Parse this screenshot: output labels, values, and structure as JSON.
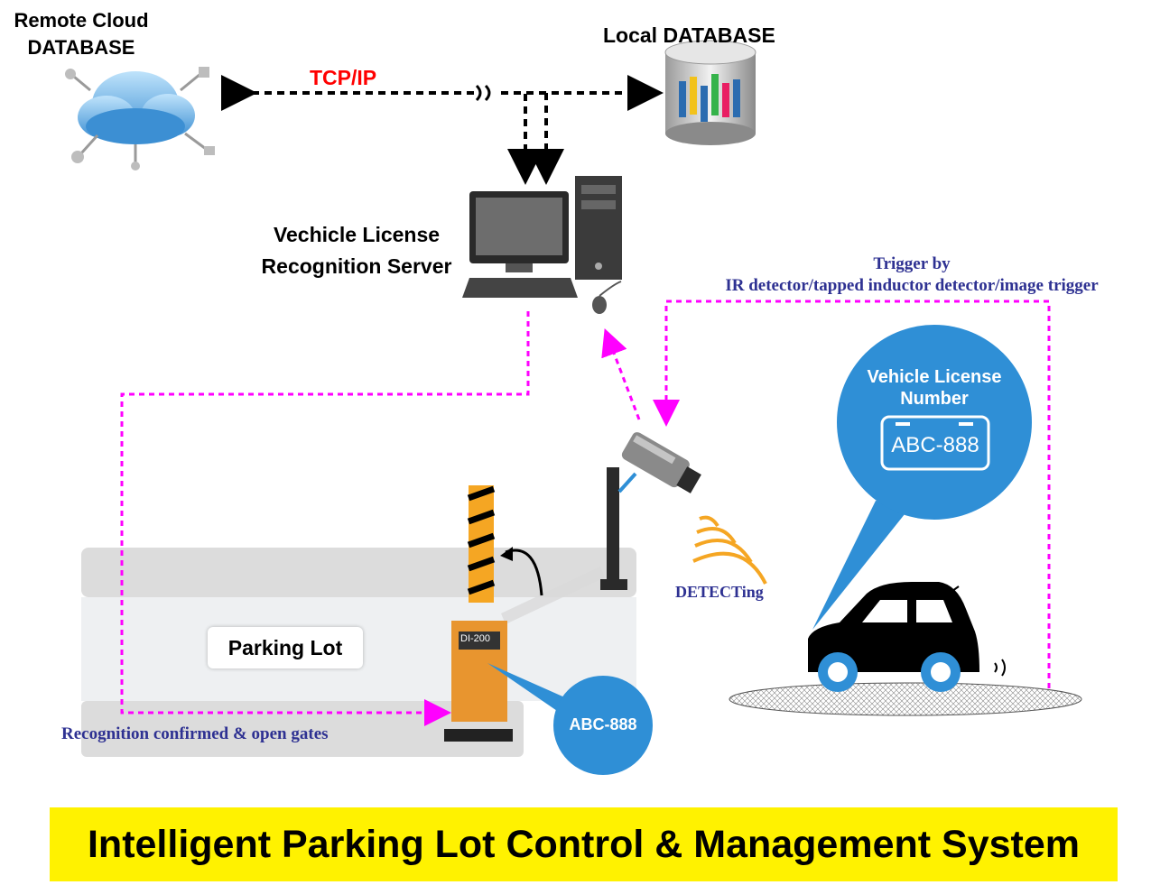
{
  "labels": {
    "remote_db_line1": "Remote Cloud",
    "remote_db_line2": "DATABASE",
    "local_db": "Local DATABASE",
    "protocol": "TCP/IP",
    "server_line1": "Vechicle License",
    "server_line2": "Recognition Server",
    "trigger_line1": "Trigger by",
    "trigger_line2": "IR detector/tapped inductor detector/image trigger",
    "vehicle_bubble_line1": "Vehicle License",
    "vehicle_bubble_line2": "Number",
    "plate_number": "ABC-888",
    "detecting": "DETECTing",
    "parking_lot": "Parking Lot",
    "gate_model": "DI-200",
    "gate_bubble_plate": "ABC-888",
    "confirm_text": "Recognition confirmed & open gates"
  },
  "title": "Intelligent Parking Lot Control & Management System",
  "colors": {
    "network_arrow": "#000000",
    "signal_arrow": "#ff00ff",
    "protocol_text": "#ff0000",
    "annotation_text": "#2e3192",
    "bubble": "#2f8fd6",
    "banner": "#fff200",
    "gate": "#e8952f"
  },
  "icons": [
    "cloud-icon",
    "database-icon",
    "computer-icon",
    "camera-icon",
    "car-icon",
    "barrier-gate-icon"
  ]
}
